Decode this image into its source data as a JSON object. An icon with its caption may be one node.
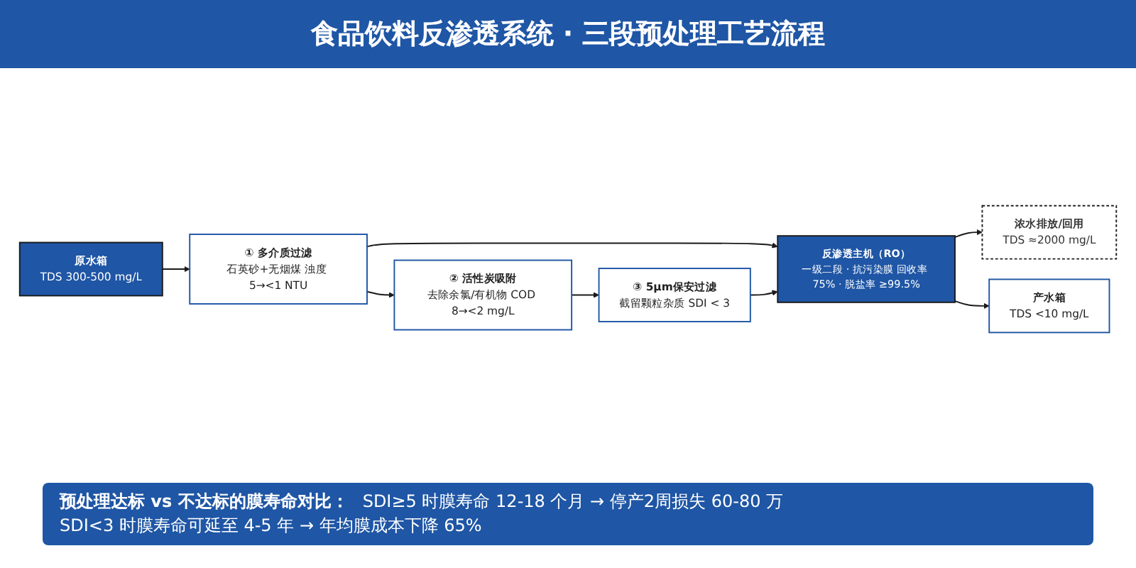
{
  "diagram": {
    "title": "食品饮料反渗透系统 · 三段预处理工艺流程",
    "nodes": [
      {
        "text": [
          "原水箱",
          "TDS 300-500 mg/L"
        ]
      },
      {
        "text": [
          "① 多介质过滤",
          "石英砂+无烟煤 浊度 5→<1 NTU"
        ]
      },
      {
        "text": [
          "② 活性炭吸附",
          "去除余氯/有机物 COD 8→<2 mg/L"
        ]
      },
      {
        "text": [
          "③ 5μm保安过滤",
          "截留颗粒杂质 SDI < 3"
        ]
      },
      {
        "text": [
          "反渗透主机（RO）",
          "一级二段 · 抗污染膜 回收率 75% · 脱盐率 ≥99.5%"
        ]
      },
      {
        "text": [
          "浓水排放/回用",
          "TDS ≈2000 mg/L"
        ]
      },
      {
        "text": [
          "产水箱",
          "TDS <10 mg/L"
        ]
      }
    ],
    "edges": [
      {
        "from": 0,
        "to": 1,
        "arrow": "to"
      },
      {
        "from": 1,
        "to": 2,
        "arrow": "to"
      },
      {
        "from": 2,
        "to": 3,
        "arrow": "to"
      },
      {
        "from": 1,
        "to": 4,
        "arrow": "to"
      },
      {
        "from": 3,
        "to": 4,
        "arrow": "to"
      },
      {
        "from": 4,
        "to": 5,
        "arrow": "to"
      },
      {
        "from": 4,
        "to": 6,
        "arrow": "to"
      }
    ],
    "labels": [
      "预处理达标 vs 不达标的膜寿命对比：",
      "SDI≥5 时膜寿命 12-18 个月 → 停产2周损失 60-80 万",
      "SDI<3 时膜寿命可延至 4-5 年 → 年均膜成本下降 65%"
    ]
  }
}
